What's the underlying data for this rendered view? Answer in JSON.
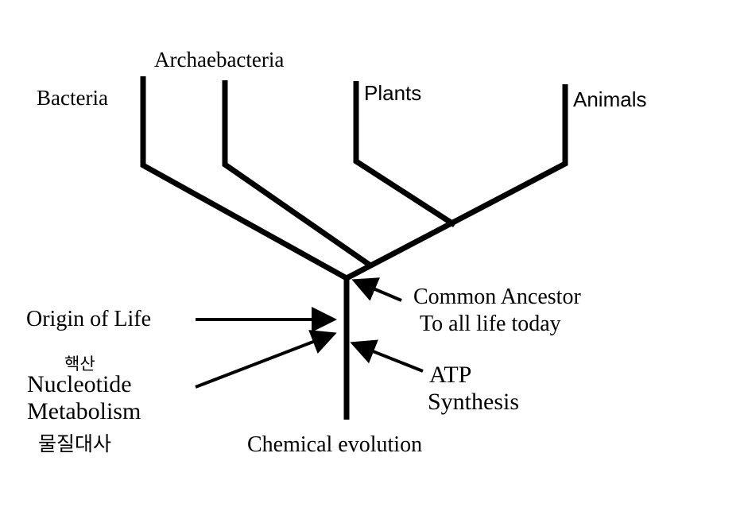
{
  "diagram": {
    "line_color": "#000000",
    "branches": {
      "bacteria": "Bacteria",
      "archaebacteria": "Archaebacteria",
      "plants": "Plants",
      "animals": "Animals"
    },
    "annotations": {
      "common_ancestor_line1": "Common Ancestor",
      "common_ancestor_line2": "To all life today",
      "origin_of_life": "Origin of Life",
      "nucleotide_korean": "핵산",
      "nucleotide_line1": "Nucleotide",
      "nucleotide_line2": "Metabolism",
      "metabolism_korean": "물질대사",
      "atp_line1": "ATP",
      "atp_line2": "Synthesis",
      "chemical_evolution": "Chemical evolution"
    }
  }
}
